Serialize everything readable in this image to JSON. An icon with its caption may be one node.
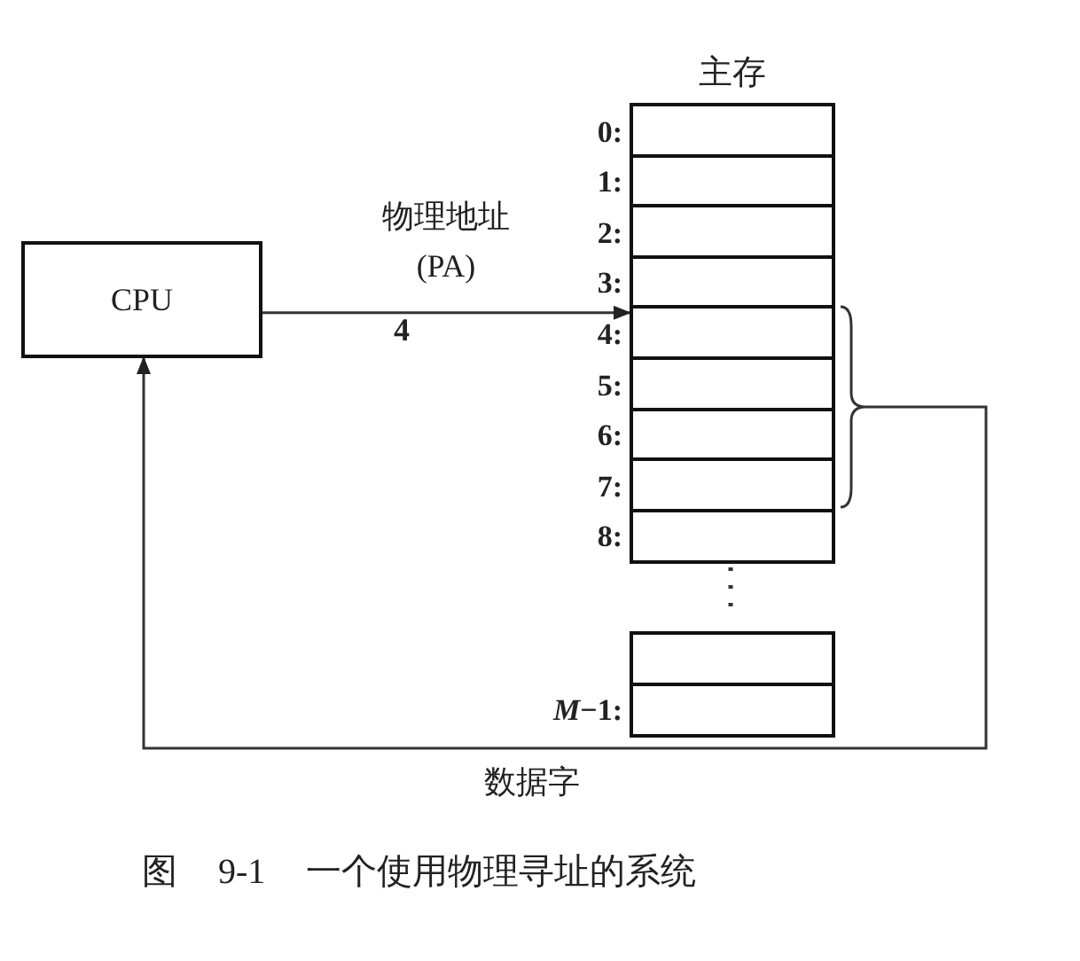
{
  "diagram": {
    "caption": "图 9-1 一个使用物理寻址的系统",
    "nodes": [
      {
        "text": [
          "CPU"
        ]
      },
      {
        "text": [
          "主存"
        ]
      },
      {
        "text": [],
        "shape": "box",
        "in": 1,
        "beside": [
          "0:"
        ]
      },
      {
        "text": [],
        "shape": "box",
        "in": 1,
        "beside": [
          "1:"
        ]
      },
      {
        "text": [],
        "shape": "box",
        "in": 1,
        "beside": [
          "2:"
        ]
      },
      {
        "text": [],
        "shape": "box",
        "in": 1,
        "beside": [
          "3:"
        ]
      },
      {
        "text": [],
        "shape": "box",
        "in": 1,
        "beside": [
          "4:"
        ]
      },
      {
        "text": [],
        "shape": "box",
        "in": 1,
        "beside": [
          "5:"
        ]
      },
      {
        "text": [],
        "shape": "box",
        "in": 1,
        "beside": [
          "6:"
        ]
      },
      {
        "text": [],
        "shape": "box",
        "in": 1,
        "beside": [
          "7:"
        ]
      },
      {
        "text": [],
        "shape": "box",
        "in": 1,
        "beside": [
          "8:"
        ]
      },
      {
        "text": [],
        "shape": "box",
        "in": 1
      },
      {
        "text": [],
        "shape": "box",
        "in": 1,
        "beside": [
          "*M*−1:"
        ]
      },
      {
        "text": [],
        "shape": "brace"
      }
    ],
    "edges": [
      {
        "from": 0,
        "to": 6,
        "arrow": "to",
        "label": "物理地址 (PA)"
      },
      {
        "from": 13,
        "to": 0,
        "arrow": "to",
        "label": "数据字"
      }
    ],
    "labels": [
      "4"
    ]
  }
}
